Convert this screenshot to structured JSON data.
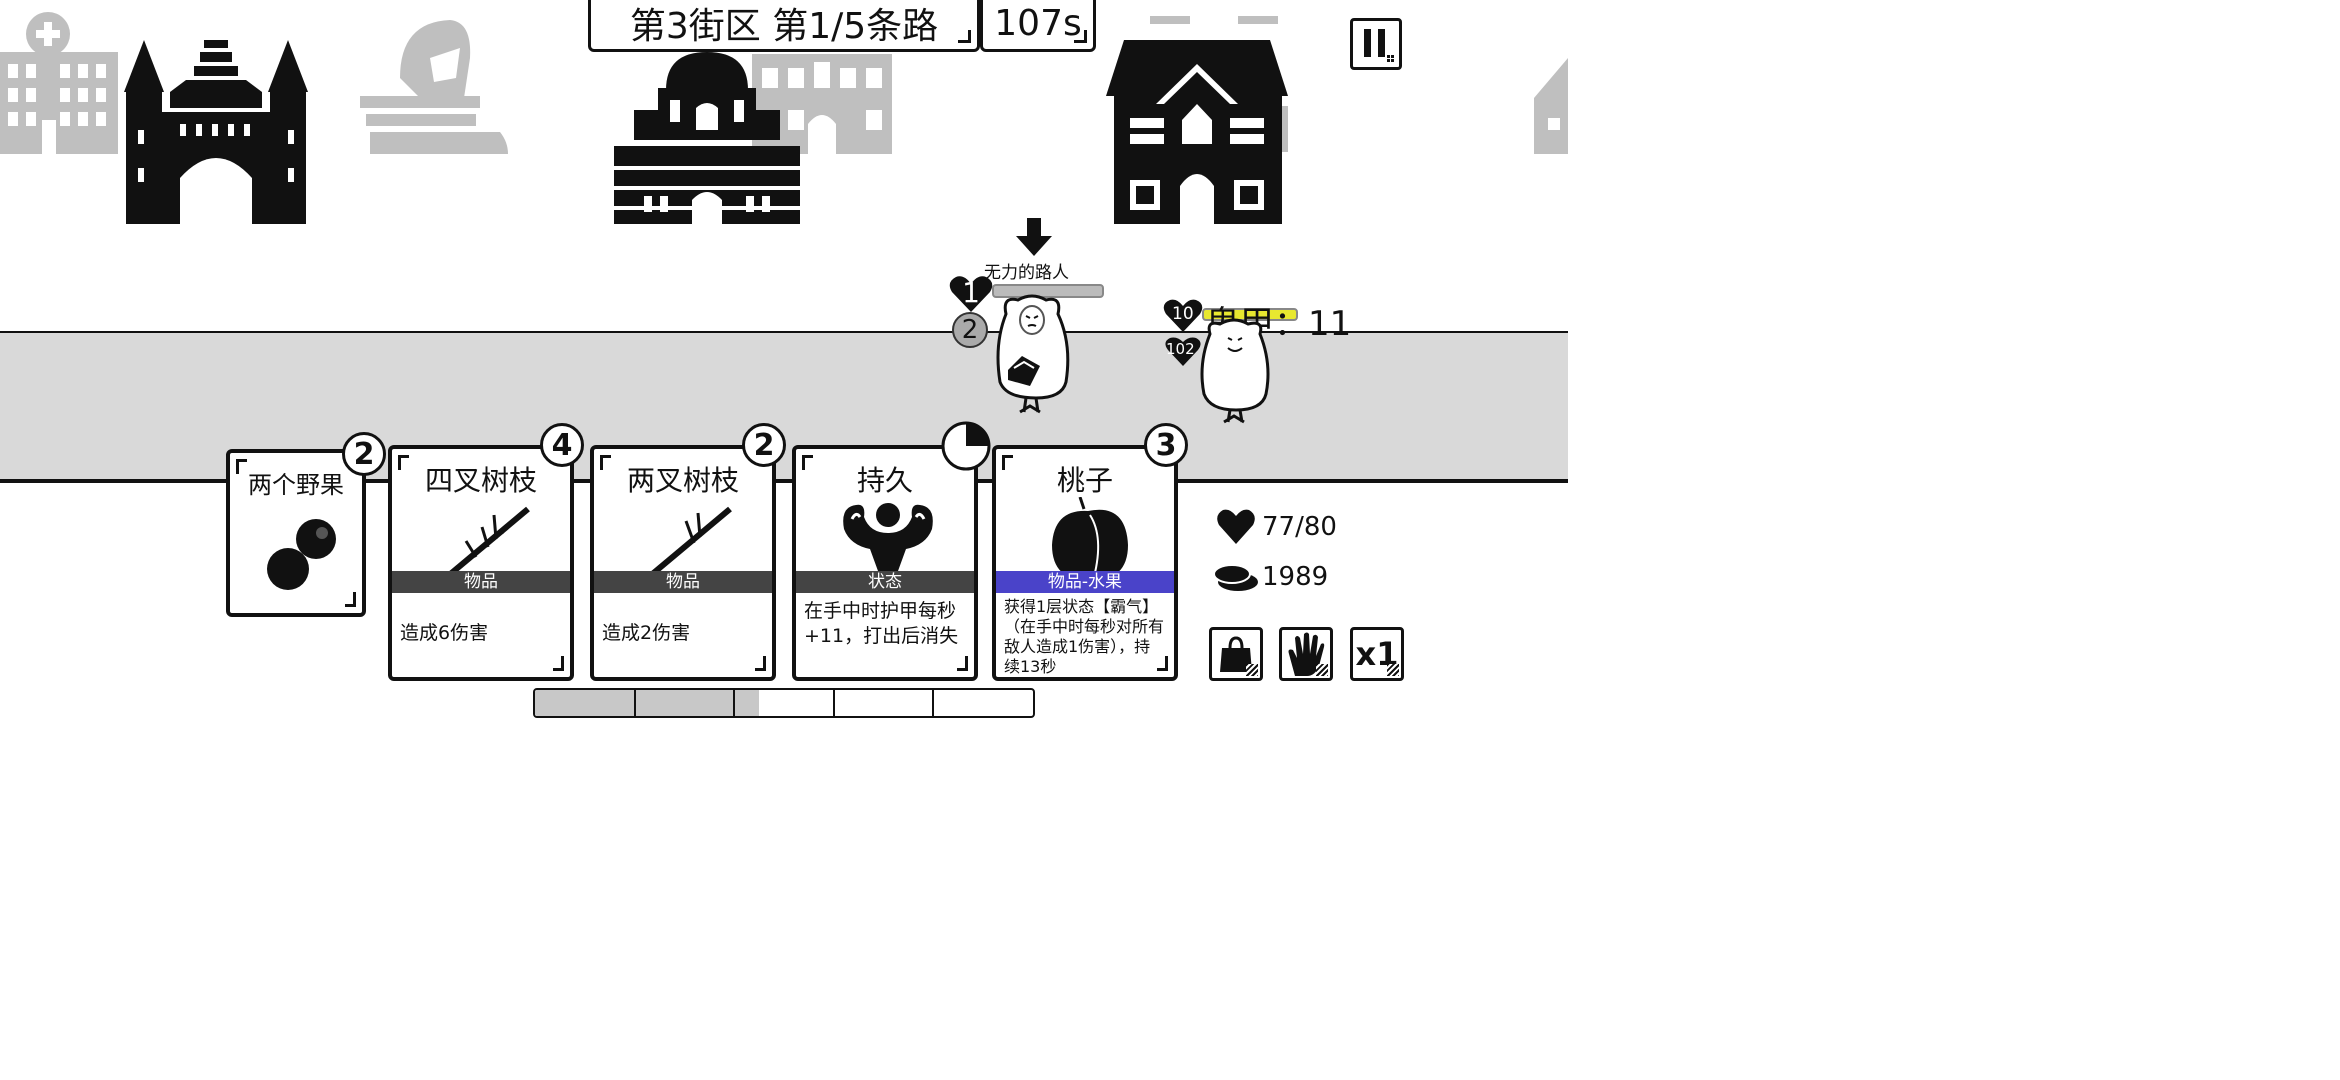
{
  "header": {
    "district_label": "第3街区 第1/5条路",
    "timer": "107s"
  },
  "enemies": [
    {
      "name": "无力的路人",
      "level": "1",
      "shield": "2"
    },
    {
      "name": "",
      "hp_text": "10",
      "label_text": "鬼甲：11",
      "hp2": "102"
    }
  ],
  "cards": [
    {
      "title": "两个野果",
      "badge": "2",
      "icon": "two-fruits-icon"
    },
    {
      "title": "四叉树枝",
      "badge": "4",
      "type": "物品",
      "desc": "造成6伤害",
      "icon": "branch-icon"
    },
    {
      "title": "两叉树枝",
      "badge": "2",
      "type": "物品",
      "desc": "造成2伤害",
      "icon": "branch-icon"
    },
    {
      "title": "持久",
      "type": "状态",
      "desc": "在手中时护甲每秒+11，打出后消失",
      "icon": "muscle-icon",
      "cooldown_fraction": 0.25
    },
    {
      "title": "桃子",
      "badge": "3",
      "type": "物品-水果",
      "desc": "获得1层状态【霸气】（在手中时每秒对所有敌人造成1伤害），持续13秒",
      "icon": "peach-icon"
    }
  ],
  "player": {
    "hp": "77/80",
    "coins": "1989"
  },
  "buttons": {
    "speed": "x1"
  },
  "progress": {
    "segments": 5,
    "filled_fraction": 0.45
  },
  "colors": {
    "fruit_band": "#4a43c9",
    "dark_band": "#444444",
    "road": "#d9d9d9",
    "faded_building": "#bfbfbf"
  }
}
